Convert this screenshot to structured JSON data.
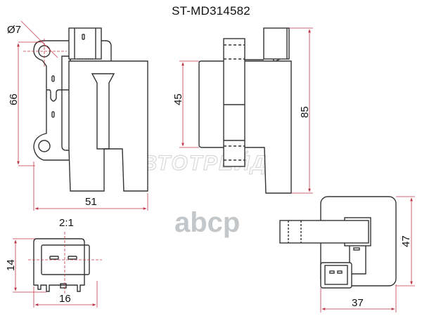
{
  "title": "ST-MD314582",
  "watermarks": {
    "brand_text": "АВТОТРЕЙД",
    "logo_text": "abcp"
  },
  "views": {
    "front": {
      "hole_diameter": "Ø7",
      "height_mounting": "66",
      "width": "51"
    },
    "side": {
      "body_height": "45",
      "total_height": "85"
    },
    "connector": {
      "scale": "2:1",
      "height": "14",
      "width": "16"
    },
    "top": {
      "height": "47",
      "width": "37"
    }
  },
  "colors": {
    "outline": "#333333",
    "dimension_line": "#c0394b",
    "watermark": "#c4c7ca"
  }
}
